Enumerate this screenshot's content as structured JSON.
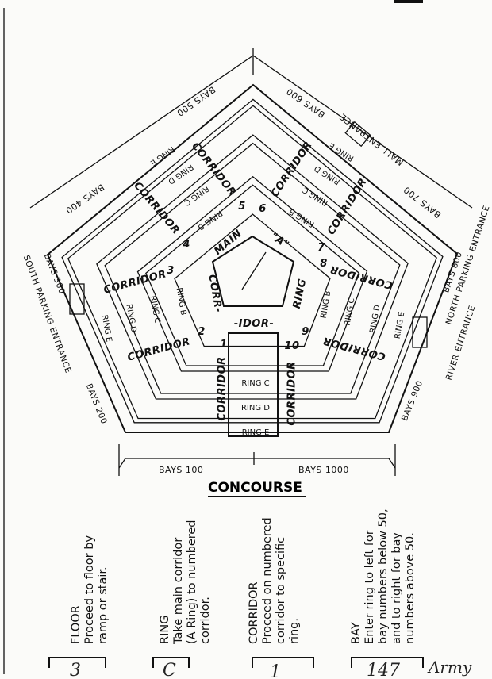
{
  "diagram": {
    "title": "CONCOURSE",
    "edges": {
      "bays_100": "BAYS 100",
      "bays_200": "BAYS 200",
      "bays_300": "BAYS 300",
      "south_parking": "SOUTH PARKING ENTRANCE",
      "bays_400": "BAYS 400",
      "bays_500": "BAYS 500",
      "bays_600": "BAYS 600",
      "mall_entrance": "MALL ENTRANCE",
      "bays_700": "BAYS 700",
      "bays_800": "BAYS 800",
      "north_parking": "NORTH PARKING ENTRANCE",
      "river_entrance": "RIVER ENTRANCE",
      "bays_900": "BAYS 900",
      "bays_1000": "BAYS 1000"
    },
    "corridor_word": "CORRIDOR",
    "corridors": [
      "1",
      "2",
      "3",
      "4",
      "5",
      "6",
      "7",
      "8",
      "9",
      "10"
    ],
    "rings": {
      "b": "RING B",
      "c": "RING C",
      "d": "RING D",
      "e": "RING E"
    },
    "main_corridor": {
      "main": "MAIN",
      "corr": "CORR-",
      "idor": "-IDOR-",
      "a": "\"A\"",
      "ring": "RING"
    }
  },
  "instructions": [
    {
      "heading": "FLOOR",
      "lines": [
        "Proceed to floor by",
        "ramp or stair."
      ],
      "value": "3"
    },
    {
      "heading": "RING",
      "lines": [
        "Take main corridor",
        "(A Ring) to numbered",
        "corridor."
      ],
      "value": "C"
    },
    {
      "heading": "CORRIDOR",
      "lines": [
        "Proceed on numbered",
        "corridor to specific",
        "ring."
      ],
      "value": "1"
    },
    {
      "heading": "BAY",
      "lines": [
        "Enter ring to left for",
        "bay numbers below 50,",
        "and to right for bay",
        "numbers above 50."
      ],
      "value": "147"
    }
  ],
  "handwritten_note": "Army"
}
